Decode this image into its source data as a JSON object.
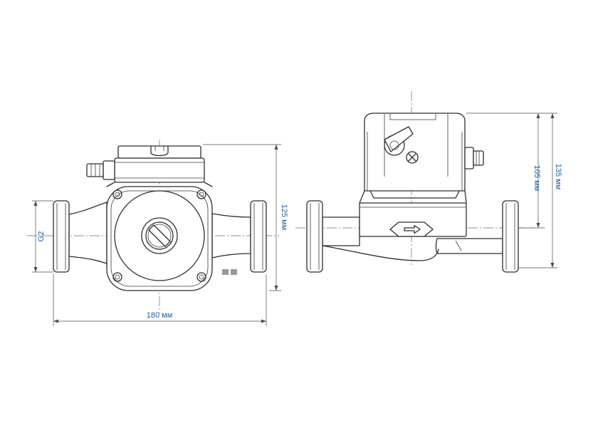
{
  "dimensions": {
    "length": "180 мм",
    "front_height": "125 мм",
    "side_height_inner": "105 мм",
    "side_height_outer": "135 мм",
    "thread": "G2"
  },
  "colors": {
    "line": "#2e2e2e",
    "dimension_text": "#1d5fa0"
  }
}
